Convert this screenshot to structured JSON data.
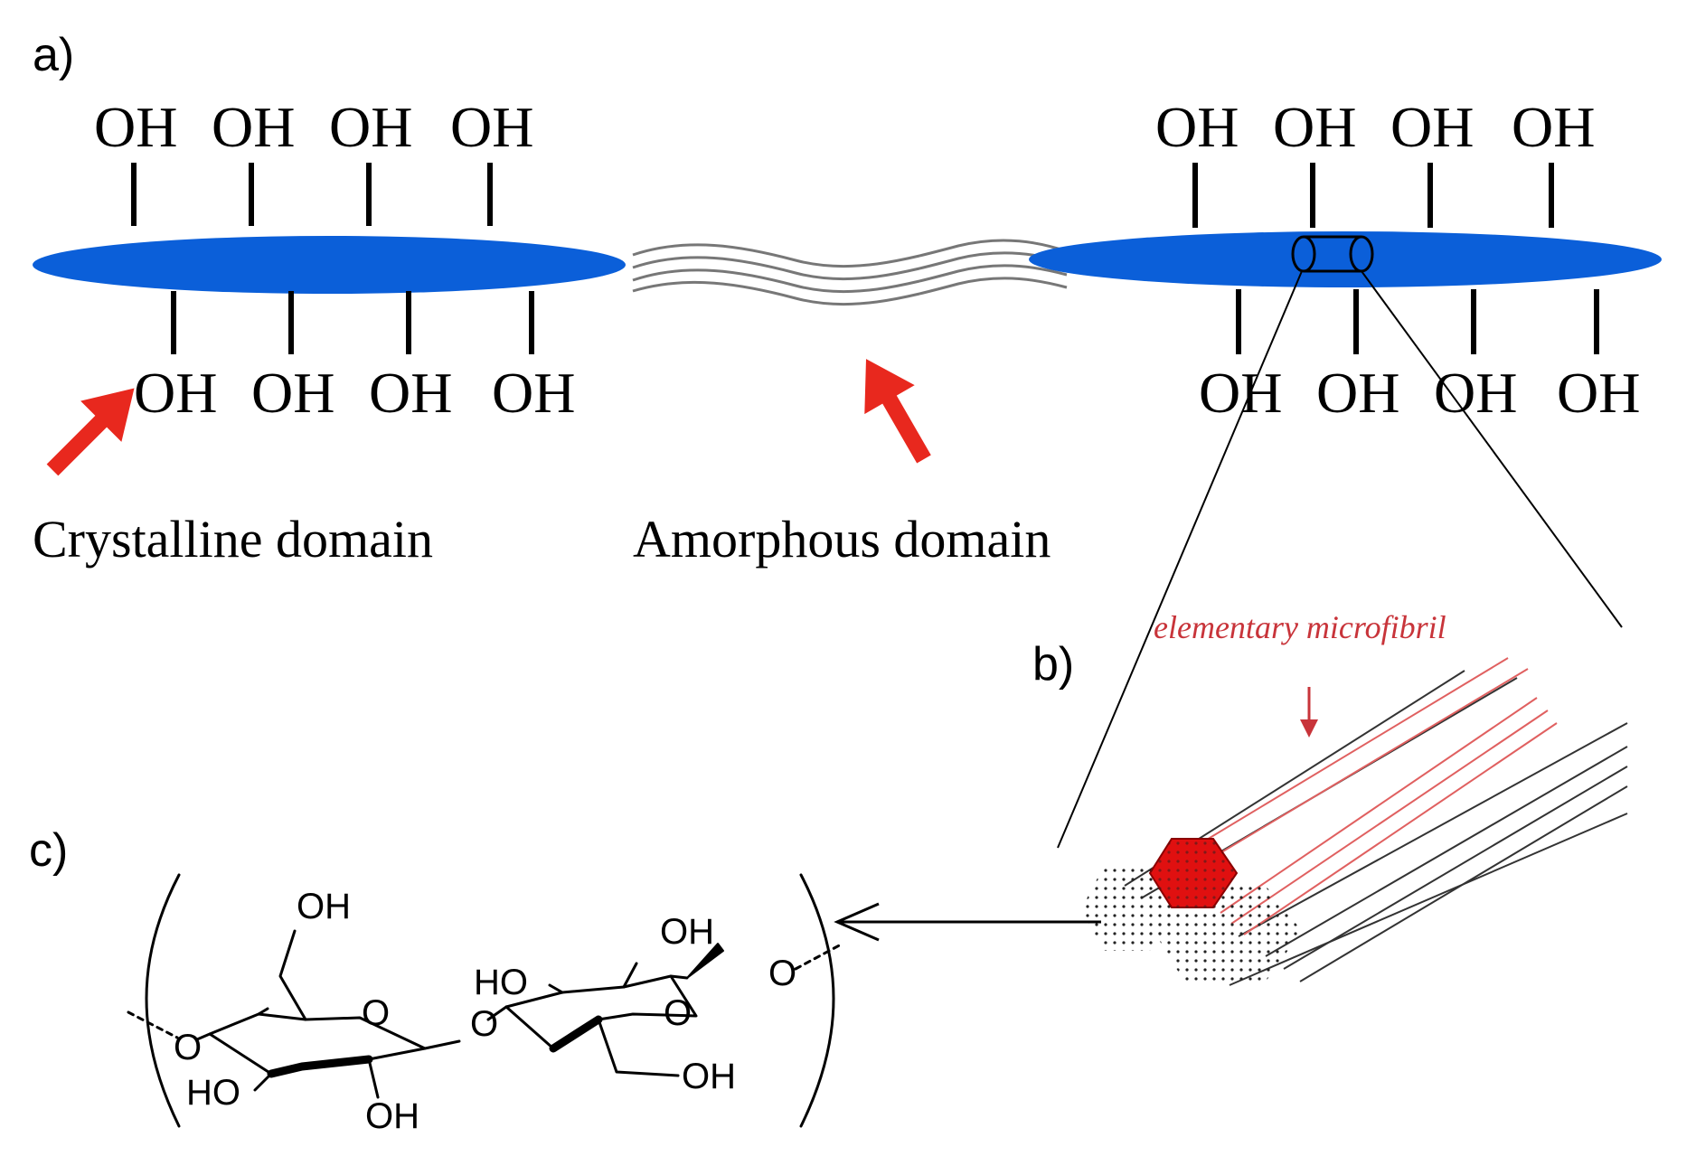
{
  "panels": {
    "a": "a)",
    "b": "b)",
    "c": "c)"
  },
  "hydroxyl": "OH",
  "labels": {
    "crystalline": "Crystalline domain",
    "amorphous": "Amorphous domain",
    "microfibril": "elementary microfibril"
  },
  "chem": {
    "oh_top_left": "OH",
    "oh_top_right": "OH",
    "ho_mid": "HO",
    "ho_bottom_left": "HO",
    "oh_bottom_left": "OH",
    "oh_bottom_right": "OH",
    "ring_o_left": "O",
    "ring_o_right": "O",
    "link_o_left": "O",
    "link_o_mid": "O",
    "link_o_right": "O"
  },
  "colors": {
    "domain_fill": "#0b5fd9",
    "arrow_red": "#e8281e",
    "microfibril_red": "#e01010",
    "label_red": "#c8343a"
  }
}
